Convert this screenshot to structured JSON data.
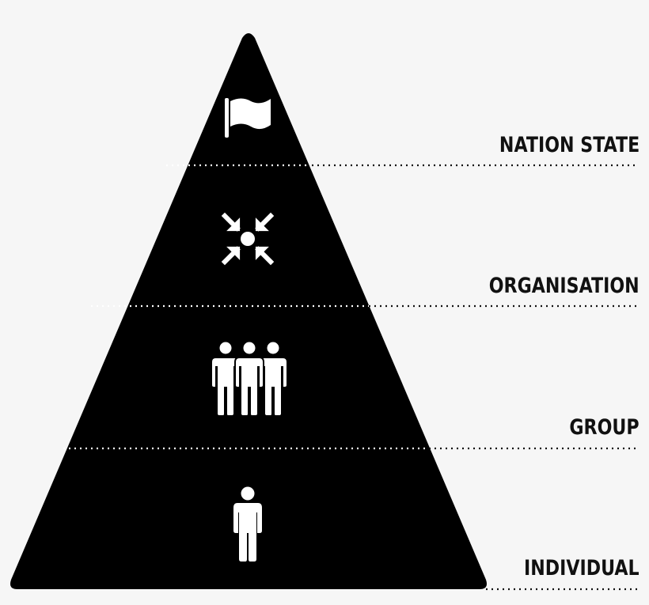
{
  "diagram": {
    "type": "pyramid",
    "levels": [
      {
        "label": "NATION STATE",
        "icon": "flag-icon"
      },
      {
        "label": "ORGANISATION",
        "icon": "converge-arrows-icon"
      },
      {
        "label": "GROUP",
        "icon": "people-group-icon"
      },
      {
        "label": "INDIVIDUAL",
        "icon": "person-icon"
      }
    ],
    "colors": {
      "background": "#f6f6f6",
      "pyramid": "#000000",
      "icon": "#ffffff",
      "divider": "#ffffff",
      "leader": "#111111",
      "label": "#111111"
    }
  }
}
